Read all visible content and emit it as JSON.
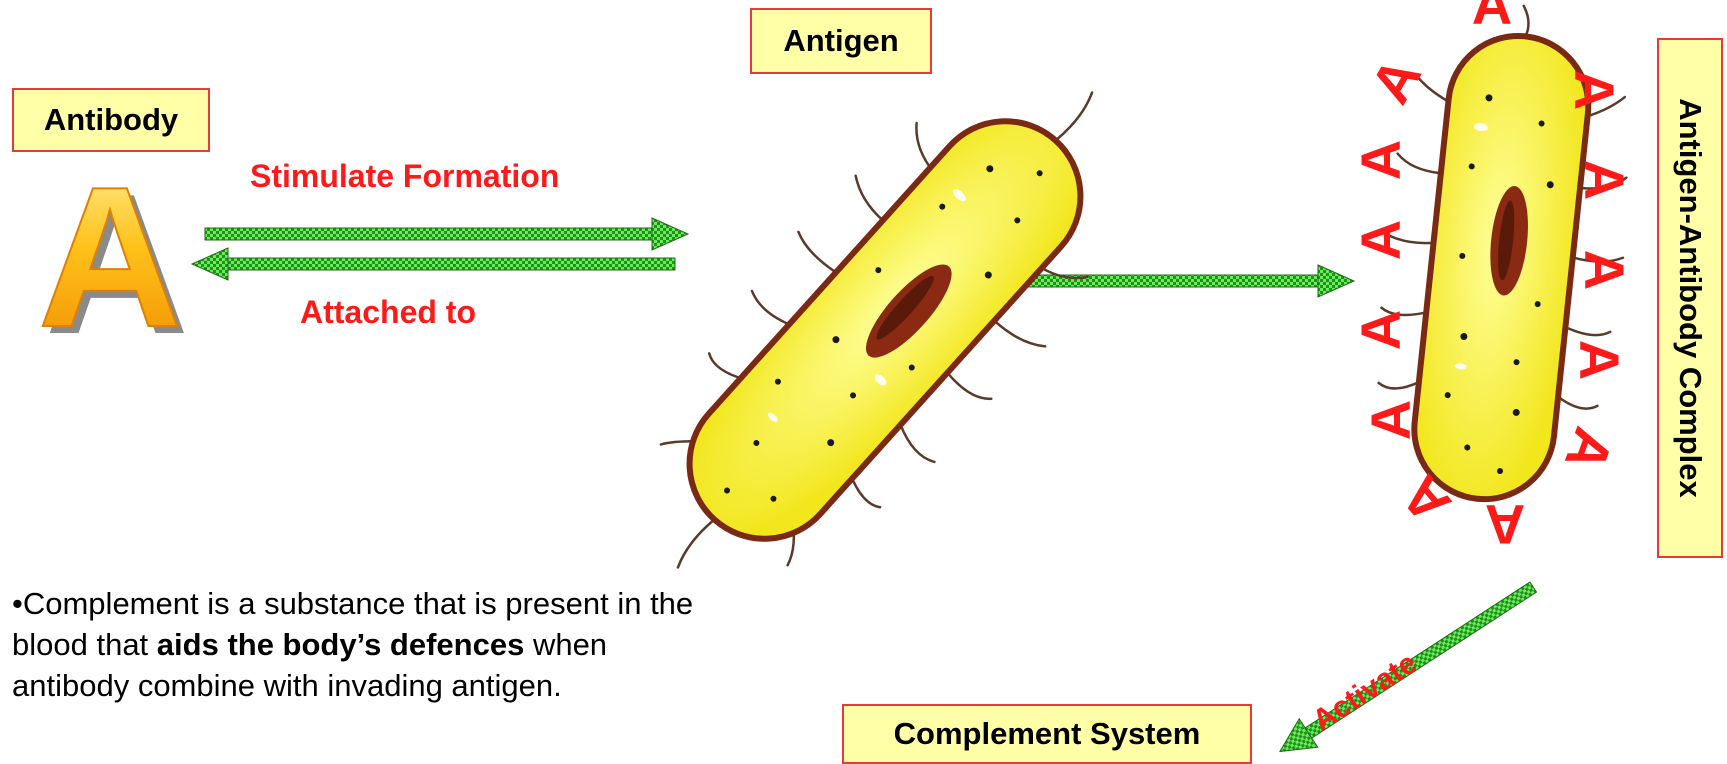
{
  "labels": {
    "antibody": "Antibody",
    "antigen": "Antigen",
    "complex": "Antigen-Antibody Complex",
    "complement_system": "Complement System"
  },
  "arrows": {
    "stimulate": "Stimulate Formation",
    "attached": "Attached to",
    "activate": "Activate"
  },
  "antibody_glyph": "A",
  "paragraph": {
    "bullet": "•",
    "part1": "Complement is a substance that is present in the blood that ",
    "bold": "aids the body’s defences",
    "part2": " when antibody combine with invading antigen."
  },
  "colors": {
    "box_fill": "#ffffa8",
    "box_border": "#e83a3a",
    "red_text": "#ff1a1a",
    "arrow_green": "#3cd23c",
    "cell_fill": "#f8f23a",
    "cell_border": "#7a2a14",
    "nucleus": "#8a2a12"
  }
}
